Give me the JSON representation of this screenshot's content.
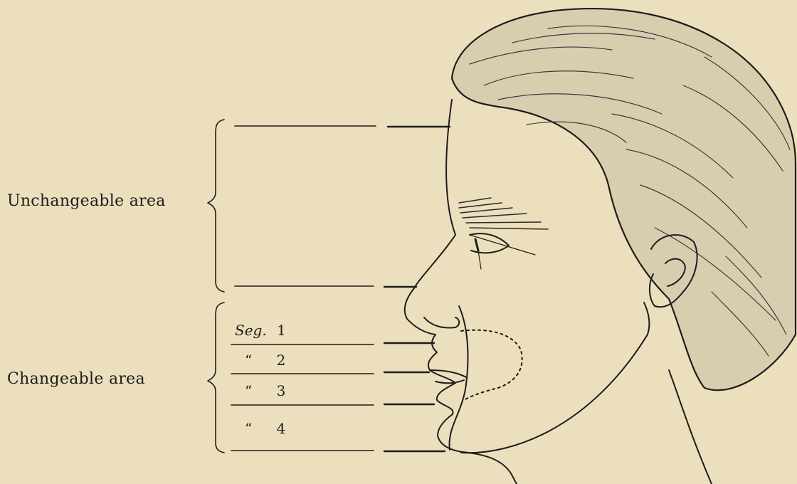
{
  "labels": {
    "unchangeable": "Unchangeable area",
    "changeable": "Changeable area"
  },
  "segments": [
    {
      "prefix": "Seg.",
      "number": "1"
    },
    {
      "prefix": "“",
      "number": "2"
    },
    {
      "prefix": "“",
      "number": "3"
    },
    {
      "prefix": "“",
      "number": "4"
    }
  ],
  "colors": {
    "paper": "#ecdfbd",
    "ink": "#1d1d1d"
  }
}
